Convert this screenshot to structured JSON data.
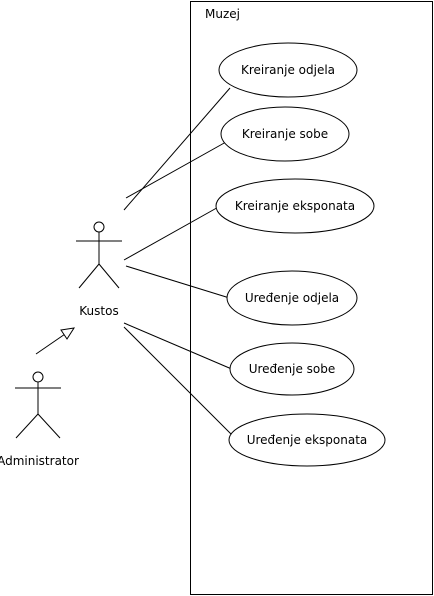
{
  "system": {
    "name": "Muzej"
  },
  "actors": {
    "kustos": {
      "name": "Kustos"
    },
    "administrator": {
      "name": "Administrator"
    }
  },
  "use_cases": [
    {
      "id": "kreiranje-odjela",
      "label": "Kreiranje odjela"
    },
    {
      "id": "kreiranje-sobe",
      "label": "Kreiranje sobe"
    },
    {
      "id": "kreiranje-eksponata",
      "label": "Kreiranje eksponata"
    },
    {
      "id": "uredjenje-odjela",
      "label": "Uređenje odjela"
    },
    {
      "id": "uredjenje-sobe",
      "label": "Uređenje sobe"
    },
    {
      "id": "uredjenje-eksponata",
      "label": "Uređenje eksponata"
    }
  ],
  "relationships": {
    "generalization": {
      "from": "administrator",
      "to": "kustos"
    },
    "associations": [
      {
        "actor": "kustos",
        "use_case": "kreiranje-odjela"
      },
      {
        "actor": "kustos",
        "use_case": "kreiranje-sobe"
      },
      {
        "actor": "kustos",
        "use_case": "kreiranje-eksponata"
      },
      {
        "actor": "kustos",
        "use_case": "uredjenje-odjela"
      },
      {
        "actor": "kustos",
        "use_case": "uredjenje-sobe"
      },
      {
        "actor": "kustos",
        "use_case": "uredjenje-eksponata"
      }
    ]
  }
}
